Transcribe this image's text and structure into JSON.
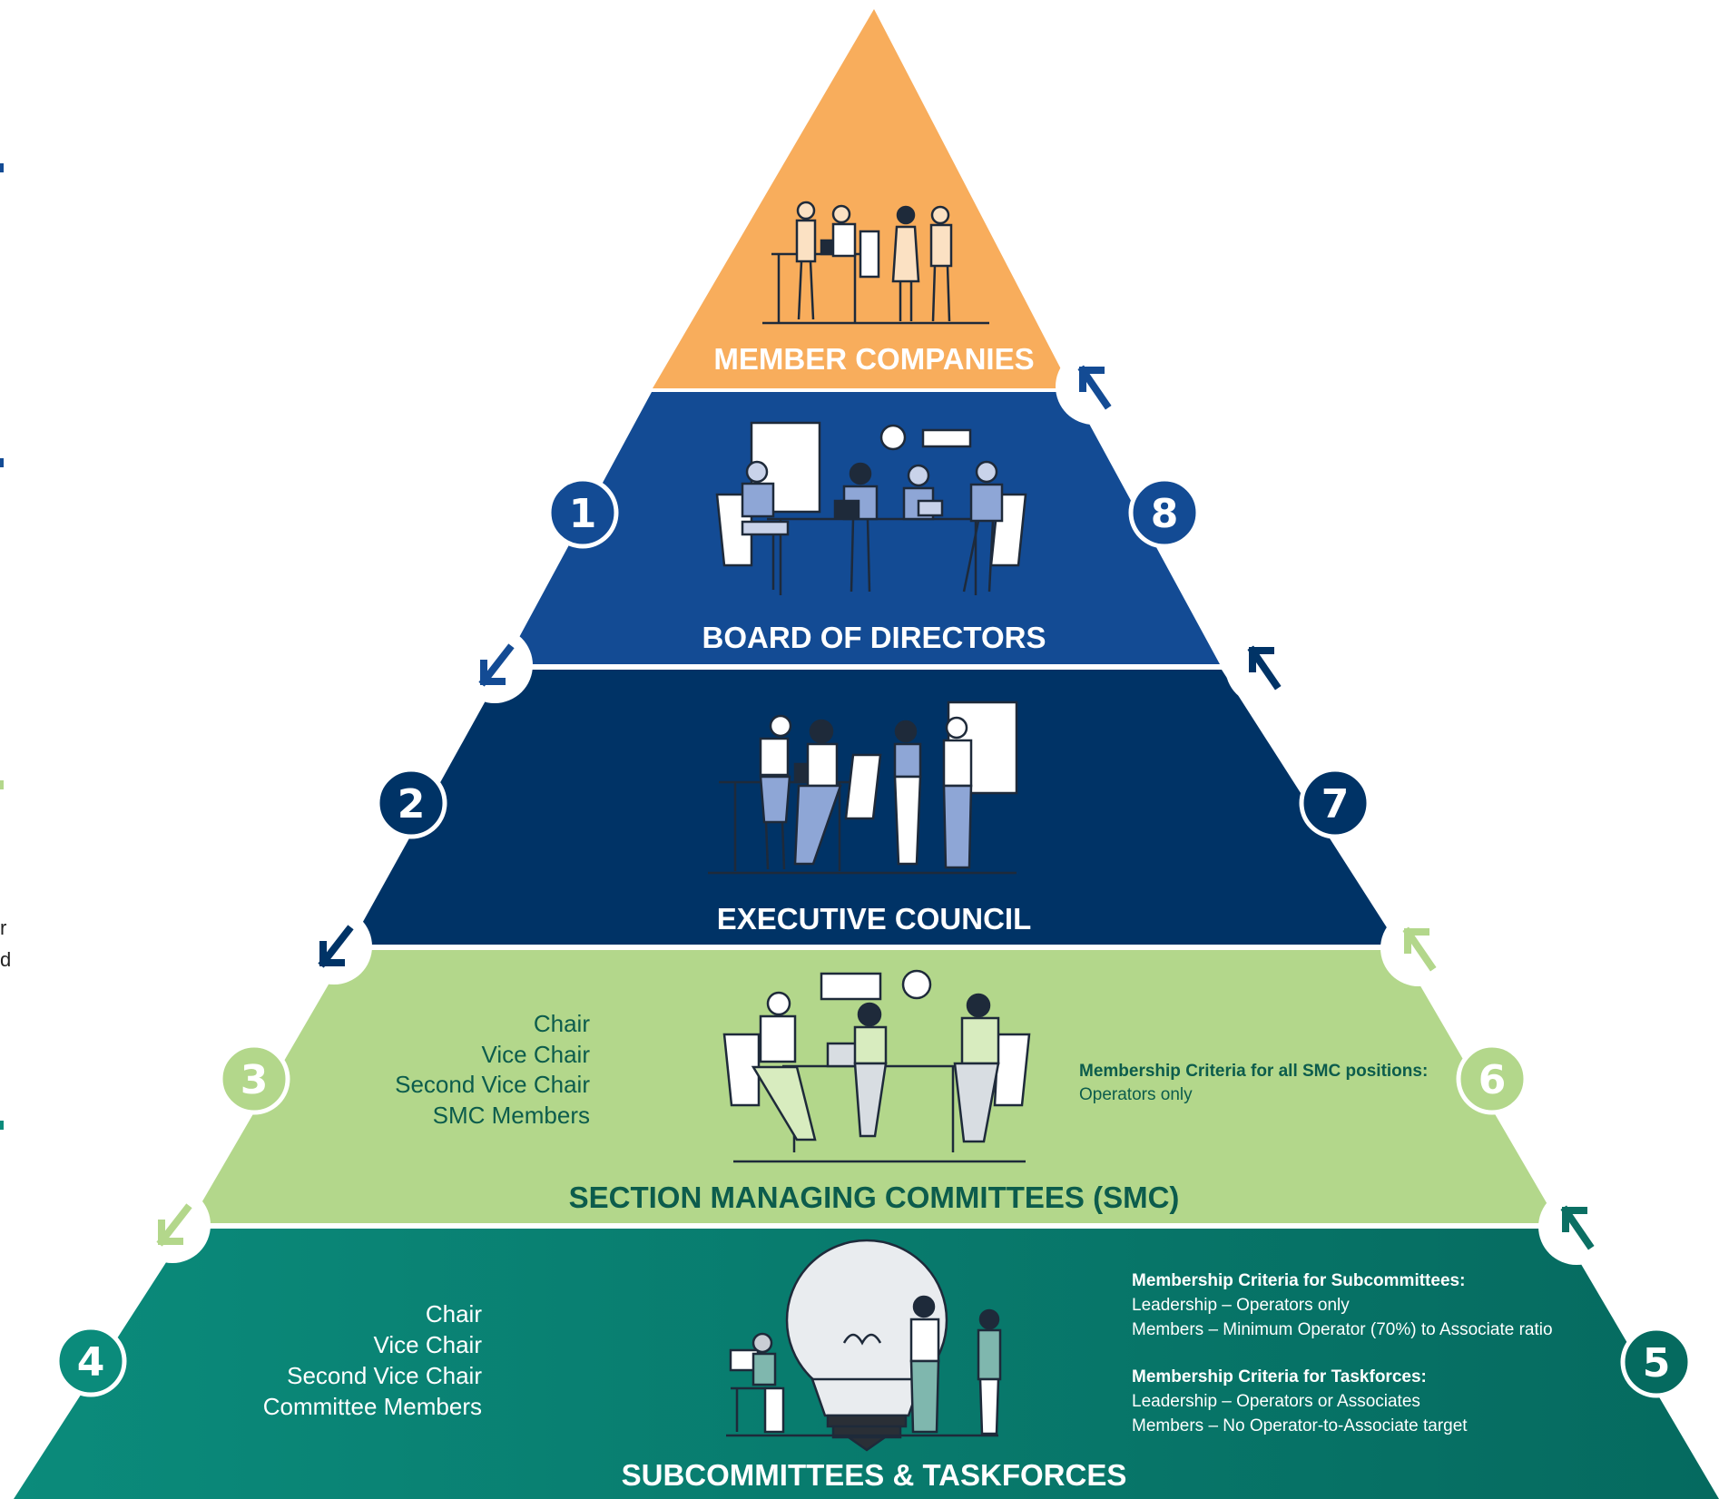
{
  "colors": {
    "member": "#f8ad5c",
    "board": "#134b94",
    "exec": "#003366",
    "smc": "#b3d78b",
    "sub_left": "#0b8b7b",
    "sub_right": "#056a5f",
    "smc_text": "#0c5c4c",
    "white": "#ffffff",
    "outline": "#1e2a3a"
  },
  "tiers": {
    "member": {
      "title": "MEMBER COMPANIES"
    },
    "board": {
      "title": "BOARD OF DIRECTORS"
    },
    "exec": {
      "title": "EXECUTIVE COUNCIL"
    },
    "smc": {
      "title": "SECTION MANAGING COMMITTEES (SMC)",
      "roles": [
        "Chair",
        "Vice Chair",
        "Second Vice Chair",
        "SMC Members"
      ],
      "criteria_title": "Membership Criteria for all SMC positions:",
      "criteria_lines": [
        "Operators only"
      ]
    },
    "sub": {
      "title": "SUBCOMMITTEES & TASKFORCES",
      "roles": [
        "Chair",
        "Vice Chair",
        "Second Vice Chair",
        "Committee Members"
      ],
      "sub_criteria_title": "Membership Criteria for Subcommittees:",
      "sub_criteria_lines": [
        "Leadership – Operators only",
        "Members – Minimum Operator (70%) to Associate ratio"
      ],
      "task_criteria_title": "Membership Criteria for Taskforces:",
      "task_criteria_lines": [
        "Leadership – Operators or Associates",
        "Members – No Operator-to-Associate target"
      ]
    }
  },
  "steps": [
    "1",
    "2",
    "3",
    "4",
    "5",
    "6",
    "7",
    "8"
  ],
  "edge_fragments": [
    "r",
    "d"
  ],
  "icons": {
    "arrow_down": "arrow-down-left-icon",
    "arrow_up": "arrow-up-left-icon",
    "people": "people-group-icon",
    "bulb": "lightbulb-icon"
  }
}
